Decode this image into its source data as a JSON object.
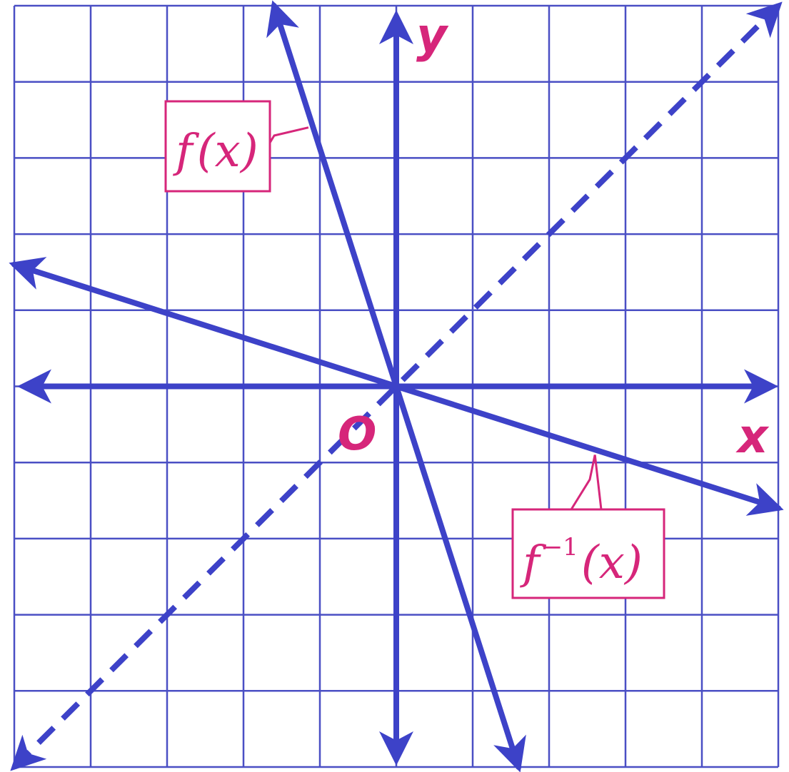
{
  "colors": {
    "grid": "#4a4fc4",
    "curve": "#3d42c8",
    "label": "#d6267a",
    "background": "#ffffff"
  },
  "chart_data": {
    "type": "line",
    "title": "",
    "xlabel": "x",
    "ylabel": "y",
    "origin_label": "O",
    "xlim": [
      -5,
      5
    ],
    "ylim": [
      -5,
      5
    ],
    "grid": true,
    "tick_labels": false,
    "series": [
      {
        "name": "f(x)",
        "style": "solid",
        "points": [
          [
            -1.6,
            5.0
          ],
          [
            0,
            0
          ],
          [
            1.6,
            -5.0
          ]
        ]
      },
      {
        "name": "f⁻¹(x)",
        "style": "solid",
        "points": [
          [
            -5.0,
            1.6
          ],
          [
            0,
            0
          ],
          [
            5.0,
            -1.6
          ]
        ]
      },
      {
        "name": "",
        "style": "dashed",
        "points": [
          [
            -5.0,
            -5.0
          ],
          [
            5.0,
            5.0
          ]
        ]
      }
    ],
    "annotations": [
      {
        "text_main": "f(x)",
        "text_base": "f",
        "text_sup": "",
        "text_paren": "(x)",
        "series": "f(x)",
        "at": [
          -1.15,
          3.4
        ]
      },
      {
        "text_main": "f⁻¹(x)",
        "text_base": "f",
        "text_sup": "−1",
        "text_paren": "(x)",
        "series": "f⁻¹(x)",
        "at": [
          2.6,
          -0.9
        ]
      }
    ]
  }
}
